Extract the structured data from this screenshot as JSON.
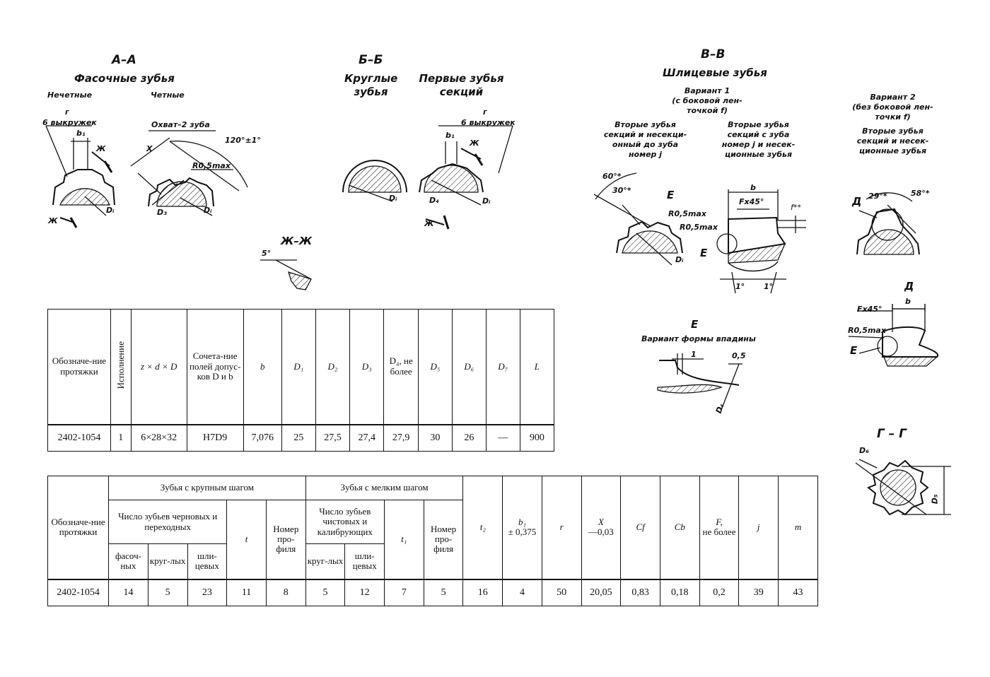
{
  "views": {
    "aa": {
      "title": "А–А",
      "subtitle": "Фасочные зубья",
      "odd": "Нечетные",
      "even": "Четные",
      "g_label": "г",
      "vykr": "6 выкружек",
      "b1": "b₁",
      "zh": "Ж",
      "di": "Dᵢ",
      "d3": "D₃",
      "okhvat": "Охват–2 зуба",
      "angle": "120°±1°",
      "r05": "R0,5max",
      "x": "X"
    },
    "bb": {
      "title": "Б–Б",
      "round1": "Круглые",
      "round2": "зубья",
      "first1": "Первые зубья",
      "first2": "секций",
      "g_label": "г",
      "vykr": "6 выкружек",
      "b1": "b₁",
      "zh": "Ж",
      "di": "Dᵢ",
      "d4": "D₄"
    },
    "zhzh": {
      "title": "Ж–Ж",
      "angle": "5°"
    },
    "vv": {
      "title": "В–В",
      "subtitle": "Шлицевые зубья",
      "var1_1": "Вариант 1",
      "var1_2": "(с боковой лен-",
      "var1_3": "точкой f)",
      "second1_1": "Вторые зубья",
      "second1_2": "секций и несекци-",
      "second1_3": "онный до зуба",
      "second1_4": "номер j",
      "second2_1": "Вторые зубья",
      "second2_2": "секций с зуба",
      "second2_3": "номер j и несек-",
      "second2_4": "ционные зубья",
      "a60": "60°*",
      "a30": "30°*",
      "e": "Е",
      "r05a": "R0,5max",
      "r05b": "R0,5max",
      "b": "b",
      "fx45": "Fx45°",
      "f": "f**",
      "di": "Dᵢ",
      "deg1a": "1°",
      "deg1b": "1°"
    },
    "var2": {
      "l1": "Вариант 2",
      "l2": "(без боковой лен-",
      "l3": "точки f)",
      "l4": "Вторые зубья",
      "l5": "секций и несек-",
      "l6": "ционные зубья",
      "d": "Д",
      "a29": "29°*",
      "a58": "58°*"
    },
    "d_detail": {
      "title": "Д",
      "fx45": "Fx45°",
      "b": "b",
      "r05": "R0,5max",
      "e": "Е"
    },
    "e_detail": {
      "title": "Е",
      "subtitle": "Вариант формы впадины",
      "one": "1",
      "half": "0,5",
      "d4": "D₄"
    },
    "gg": {
      "title": "Г – Г",
      "d6": "D₆",
      "d5": "D₅"
    }
  },
  "table1": {
    "headers": [
      "Обозначе-ние протяжки",
      "Исполнение",
      "z × d × D",
      "Сочета-ние полей допус-ков D и b",
      "b",
      "D₁",
      "D₂",
      "D₃",
      "D₄, не более",
      "D₅",
      "D₆",
      "D₇",
      "L"
    ],
    "row": [
      "2402-1054",
      "1",
      "6×28×32",
      "H7D9",
      "7,076",
      "25",
      "27,5",
      "27,4",
      "27,9",
      "30",
      "26",
      "—",
      "900"
    ]
  },
  "table2": {
    "h_obozn": "Обозначе-ние протяжки",
    "h_coarse": "Зубья с крупным шагом",
    "h_fine": "Зубья с мелким шагом",
    "h_count_rough": "Число зубьев черновых и переходных",
    "h_count_fine": "Число зубьев чистовых и калибрующих",
    "h_t": "t",
    "h_profile1": "Номер про-филя",
    "h_t1": "t₁",
    "h_profile2": "Номер про-филя",
    "h_chamf": "фасоч-ных",
    "h_round": "круг-лых",
    "h_spline": "шли-цевых",
    "h_round2": "круг-лых",
    "h_spline2": "шли-цевых",
    "h_t2": "t₂",
    "h_b1": "b₁",
    "h_b1tol": "± 0,375",
    "h_r": "r",
    "h_x": "X",
    "h_xtol": "—0,03",
    "h_cf": "Cf",
    "h_cb": "Cb",
    "h_F": "F,",
    "h_Fnb": "не более",
    "h_j": "j",
    "h_m": "m",
    "row": [
      "2402-1054",
      "14",
      "5",
      "23",
      "11",
      "8",
      "5",
      "12",
      "7",
      "5",
      "16",
      "4",
      "50",
      "20,05",
      "0,83",
      "0,18",
      "0,2",
      "39",
      "43"
    ]
  }
}
